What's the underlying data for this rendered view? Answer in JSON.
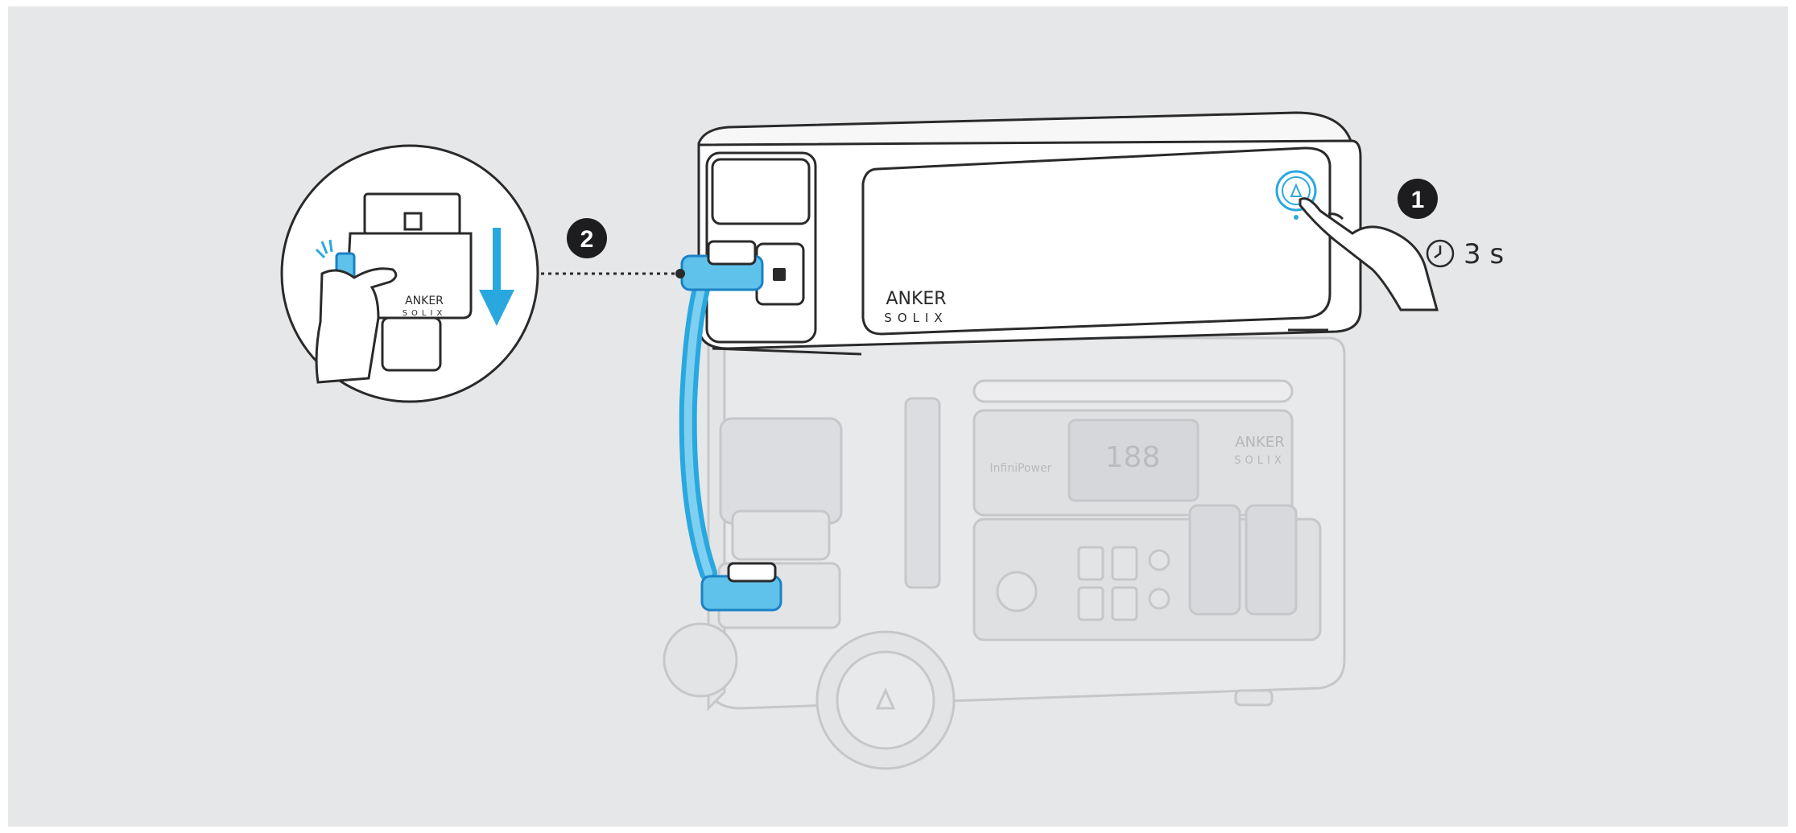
{
  "step1": {
    "number": "1",
    "duration": "3 s"
  },
  "step2": {
    "number": "2"
  },
  "expansion_battery": {
    "brand_line1": "ANKER",
    "brand_line2": "SOLIX"
  },
  "power_station": {
    "brand_line1": "ANKER",
    "brand_line2": "SOLIX",
    "tech_label": "InfiniPower"
  },
  "detail_callout": {
    "brand_line1": "ANKER",
    "brand_line2": "SOLIX"
  },
  "colors": {
    "background": "#e6e7e9",
    "accent": "#29a8e0",
    "accent_dark": "#1a82c4",
    "badge": "#1d1d1f",
    "outline": "#2a2a2a",
    "faded": "#c8c9cb"
  },
  "icons": [
    "clock-icon",
    "power-button-icon",
    "arrow-down-icon",
    "pointing-hand-icon"
  ]
}
